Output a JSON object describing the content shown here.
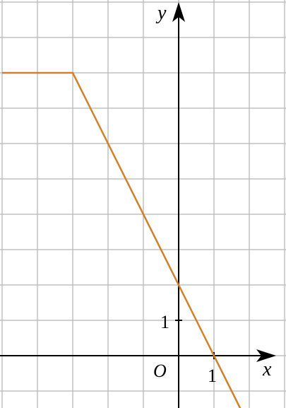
{
  "chart_data": {
    "type": "line",
    "xlabel": "x",
    "ylabel": "y",
    "origin_label": "O",
    "x_tick_labels": [
      {
        "value": 1,
        "text": "1"
      }
    ],
    "y_tick_labels": [
      {
        "value": 1,
        "text": "1"
      }
    ],
    "xlim": [
      -5,
      3
    ],
    "ylim": [
      -1.5,
      10
    ],
    "grid": true,
    "series": [
      {
        "x": [
          -5,
          -3,
          1,
          1.75
        ],
        "y": [
          8,
          8,
          0,
          -1.5
        ]
      }
    ]
  },
  "colors": {
    "line": "#d27f2c",
    "grid": "#c0c0c0",
    "axes": "#000000"
  }
}
